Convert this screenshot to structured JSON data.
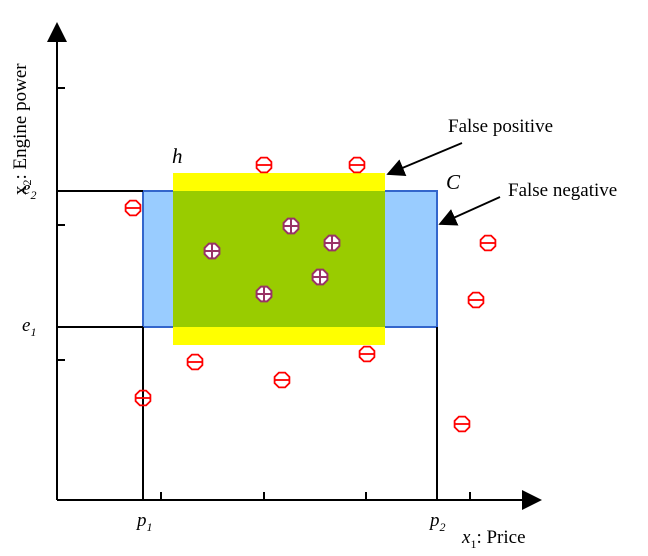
{
  "axes": {
    "y_label_pre": "x",
    "y_label_sub": "2",
    "y_label_post": ": Engine power",
    "x_label_pre": "x",
    "x_label_sub": "1",
    "x_label_post": ": Price"
  },
  "ticks": {
    "e2": "e",
    "e2_sub": "2",
    "e1": "e",
    "e1_sub": "1",
    "p1": "p",
    "p1_sub": "1",
    "p2": "p",
    "p2_sub": "2"
  },
  "labels": {
    "h": "h",
    "C": "C",
    "false_positive": "False positive",
    "false_negative": "False negative"
  },
  "colors": {
    "hypothesis_fill": "#ffff00",
    "concept_fill": "#99ccff",
    "concept_stroke": "#3366cc",
    "overlap_fill": "#99cc00",
    "negative_stroke": "#ff0000",
    "positive_stroke": "#993366"
  },
  "examples": {
    "positive_count": 5,
    "negative_count": 10
  }
}
